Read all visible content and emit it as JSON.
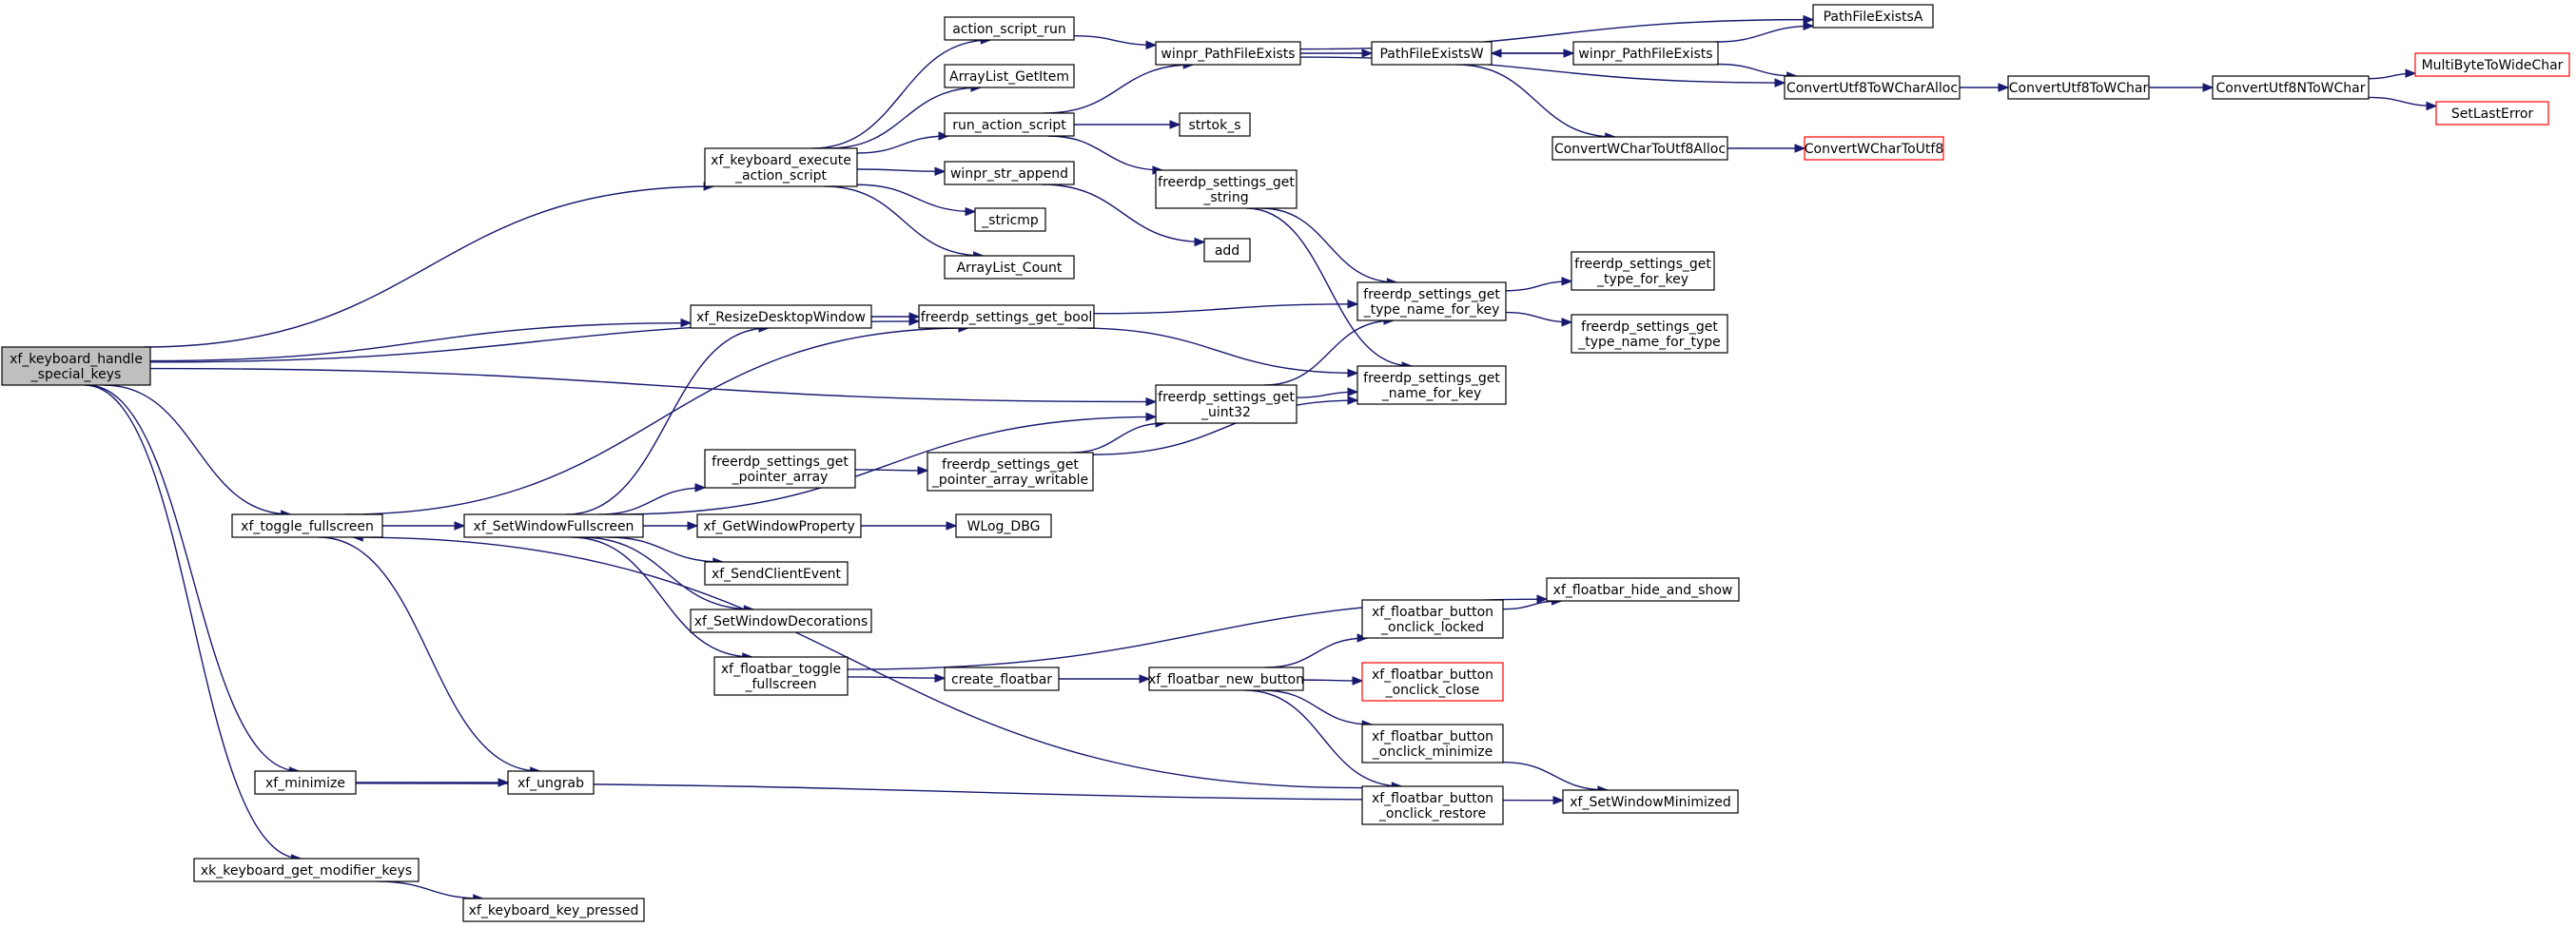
{
  "graph": {
    "colors": {
      "edge": "#191970",
      "node_border": "#000000",
      "external_border": "#ff0000",
      "root_fill": "#bfbfbf"
    },
    "nodes": [
      {
        "id": "root",
        "lines": [
          "xf_keyboard_handle",
          "_special_keys"
        ],
        "root": true
      },
      {
        "id": "exec",
        "lines": [
          "xf_keyboard_execute",
          "_action_script"
        ]
      },
      {
        "id": "asr",
        "lines": [
          "action_script_run"
        ]
      },
      {
        "id": "alget",
        "lines": [
          "ArrayList_GetItem"
        ]
      },
      {
        "id": "ras",
        "lines": [
          "run_action_script"
        ]
      },
      {
        "id": "wsa",
        "lines": [
          "winpr_str_append"
        ]
      },
      {
        "id": "stricmp",
        "lines": [
          "_stricmp"
        ]
      },
      {
        "id": "alcount",
        "lines": [
          "ArrayList_Count"
        ]
      },
      {
        "id": "wpfe",
        "lines": [
          "winpr_PathFileExists"
        ]
      },
      {
        "id": "pfea",
        "lines": [
          "PathFileExistsA"
        ]
      },
      {
        "id": "pfew",
        "lines": [
          "PathFileExistsW"
        ]
      },
      {
        "id": "wpfe2",
        "lines": [
          "winpr_PathFileExists"
        ]
      },
      {
        "id": "cu8wca",
        "lines": [
          "ConvertUtf8ToWCharAlloc"
        ]
      },
      {
        "id": "cu8wc",
        "lines": [
          "ConvertUtf8ToWChar"
        ]
      },
      {
        "id": "cu8nwc",
        "lines": [
          "ConvertUtf8NToWChar"
        ]
      },
      {
        "id": "mb2wc",
        "lines": [
          "MultiByteToWideChar"
        ],
        "external": true
      },
      {
        "id": "sle",
        "lines": [
          "SetLastError"
        ],
        "external": true
      },
      {
        "id": "cwcu8a",
        "lines": [
          "ConvertWCharToUtf8Alloc"
        ]
      },
      {
        "id": "cwcu8",
        "lines": [
          "ConvertWCharToUtf8"
        ],
        "external": true
      },
      {
        "id": "strtok",
        "lines": [
          "strtok_s"
        ]
      },
      {
        "id": "fsgs",
        "lines": [
          "freerdp_settings_get",
          "_string"
        ]
      },
      {
        "id": "add",
        "lines": [
          "add"
        ]
      },
      {
        "id": "xfrdw",
        "lines": [
          "xf_ResizeDesktopWindow"
        ]
      },
      {
        "id": "fsgb",
        "lines": [
          "freerdp_settings_get_bool"
        ]
      },
      {
        "id": "fstnk",
        "lines": [
          "freerdp_settings_get",
          "_type_name_for_key"
        ]
      },
      {
        "id": "fstk",
        "lines": [
          "freerdp_settings_get",
          "_type_for_key"
        ]
      },
      {
        "id": "fstnt",
        "lines": [
          "freerdp_settings_get",
          "_type_name_for_type"
        ]
      },
      {
        "id": "fsu32",
        "lines": [
          "freerdp_settings_get",
          "_uint32"
        ]
      },
      {
        "id": "fsnk",
        "lines": [
          "freerdp_settings_get",
          "_name_for_key"
        ]
      },
      {
        "id": "fspa",
        "lines": [
          "freerdp_settings_get",
          "_pointer_array"
        ]
      },
      {
        "id": "fspaw",
        "lines": [
          "freerdp_settings_get",
          "_pointer_array_writable"
        ]
      },
      {
        "id": "xtf",
        "lines": [
          "xf_toggle_fullscreen"
        ]
      },
      {
        "id": "xswf",
        "lines": [
          "xf_SetWindowFullscreen"
        ]
      },
      {
        "id": "xgwp",
        "lines": [
          "xf_GetWindowProperty"
        ]
      },
      {
        "id": "wlog",
        "lines": [
          "WLog_DBG"
        ]
      },
      {
        "id": "xsce",
        "lines": [
          "xf_SendClientEvent"
        ]
      },
      {
        "id": "xswd",
        "lines": [
          "xf_SetWindowDecorations"
        ]
      },
      {
        "id": "xftf",
        "lines": [
          "xf_floatbar_toggle",
          "_fullscreen"
        ]
      },
      {
        "id": "cfb",
        "lines": [
          "create_floatbar"
        ]
      },
      {
        "id": "xfnb",
        "lines": [
          "xf_floatbar_new_button"
        ]
      },
      {
        "id": "xfhs",
        "lines": [
          "xf_floatbar_hide_and_show"
        ]
      },
      {
        "id": "xfbol",
        "lines": [
          "xf_floatbar_button",
          "_onclick_locked"
        ]
      },
      {
        "id": "xfboc",
        "lines": [
          "xf_floatbar_button",
          "_onclick_close"
        ],
        "external": true
      },
      {
        "id": "xfbom",
        "lines": [
          "xf_floatbar_button",
          "_onclick_minimize"
        ]
      },
      {
        "id": "xfbor",
        "lines": [
          "xf_floatbar_button",
          "_onclick_restore"
        ]
      },
      {
        "id": "xswm",
        "lines": [
          "xf_SetWindowMinimized"
        ]
      },
      {
        "id": "xmin",
        "lines": [
          "xf_minimize"
        ]
      },
      {
        "id": "xung",
        "lines": [
          "xf_ungrab"
        ]
      },
      {
        "id": "xkgmk",
        "lines": [
          "xk_keyboard_get_modifier_keys"
        ]
      },
      {
        "id": "xkkp",
        "lines": [
          "xf_keyboard_key_pressed"
        ]
      }
    ],
    "edges": [
      [
        "root",
        "exec"
      ],
      [
        "root",
        "fsgb"
      ],
      [
        "root",
        "xfrdw"
      ],
      [
        "root",
        "fsu32"
      ],
      [
        "root",
        "xtf"
      ],
      [
        "root",
        "xmin"
      ],
      [
        "root",
        "xkgmk"
      ],
      [
        "exec",
        "asr"
      ],
      [
        "exec",
        "alget"
      ],
      [
        "exec",
        "ras"
      ],
      [
        "exec",
        "wsa"
      ],
      [
        "exec",
        "stricmp"
      ],
      [
        "exec",
        "alcount"
      ],
      [
        "asr",
        "wpfe"
      ],
      [
        "ras",
        "wpfe"
      ],
      [
        "ras",
        "strtok"
      ],
      [
        "ras",
        "fsgs"
      ],
      [
        "wsa",
        "add"
      ],
      [
        "wpfe",
        "pfea"
      ],
      [
        "wpfe",
        "pfew"
      ],
      [
        "wpfe",
        "cu8wca"
      ],
      [
        "pfew",
        "wpfe2"
      ],
      [
        "pfew",
        "cwcu8a"
      ],
      [
        "wpfe2",
        "pfew"
      ],
      [
        "wpfe2",
        "pfea"
      ],
      [
        "wpfe2",
        "cu8wca"
      ],
      [
        "cu8wca",
        "cu8wc"
      ],
      [
        "cu8wc",
        "cu8nwc"
      ],
      [
        "cu8nwc",
        "mb2wc"
      ],
      [
        "cu8nwc",
        "sle"
      ],
      [
        "cwcu8a",
        "cwcu8"
      ],
      [
        "fsgs",
        "fstnk"
      ],
      [
        "fsgs",
        "fsnk"
      ],
      [
        "xfrdw",
        "fsgb"
      ],
      [
        "fsgb",
        "fstnk"
      ],
      [
        "fsgb",
        "fsnk"
      ],
      [
        "fstnk",
        "fstk"
      ],
      [
        "fstnk",
        "fstnt"
      ],
      [
        "fsu32",
        "fstnk"
      ],
      [
        "fsu32",
        "fsnk"
      ],
      [
        "fspa",
        "fspaw"
      ],
      [
        "fspaw",
        "fsu32"
      ],
      [
        "fspaw",
        "fsnk"
      ],
      [
        "xtf",
        "fsgb"
      ],
      [
        "xtf",
        "xswf"
      ],
      [
        "xtf",
        "xung"
      ],
      [
        "xswf",
        "xfrdw"
      ],
      [
        "xswf",
        "fsu32"
      ],
      [
        "xswf",
        "fspa"
      ],
      [
        "xswf",
        "xgwp"
      ],
      [
        "xswf",
        "xsce"
      ],
      [
        "xswf",
        "xswd"
      ],
      [
        "xswf",
        "xftf"
      ],
      [
        "xgwp",
        "wlog"
      ],
      [
        "xftf",
        "xfhs"
      ],
      [
        "xftf",
        "cfb"
      ],
      [
        "cfb",
        "xfnb"
      ],
      [
        "xfnb",
        "xfbol"
      ],
      [
        "xfnb",
        "xfboc"
      ],
      [
        "xfnb",
        "xfbom"
      ],
      [
        "xfnb",
        "xfbor"
      ],
      [
        "xfbol",
        "xfhs"
      ],
      [
        "xfbom",
        "xswm"
      ],
      [
        "xfbor",
        "xtf"
      ],
      [
        "xmin",
        "xung"
      ],
      [
        "xmin",
        "xswm"
      ],
      [
        "xkgmk",
        "xkkp"
      ]
    ]
  }
}
